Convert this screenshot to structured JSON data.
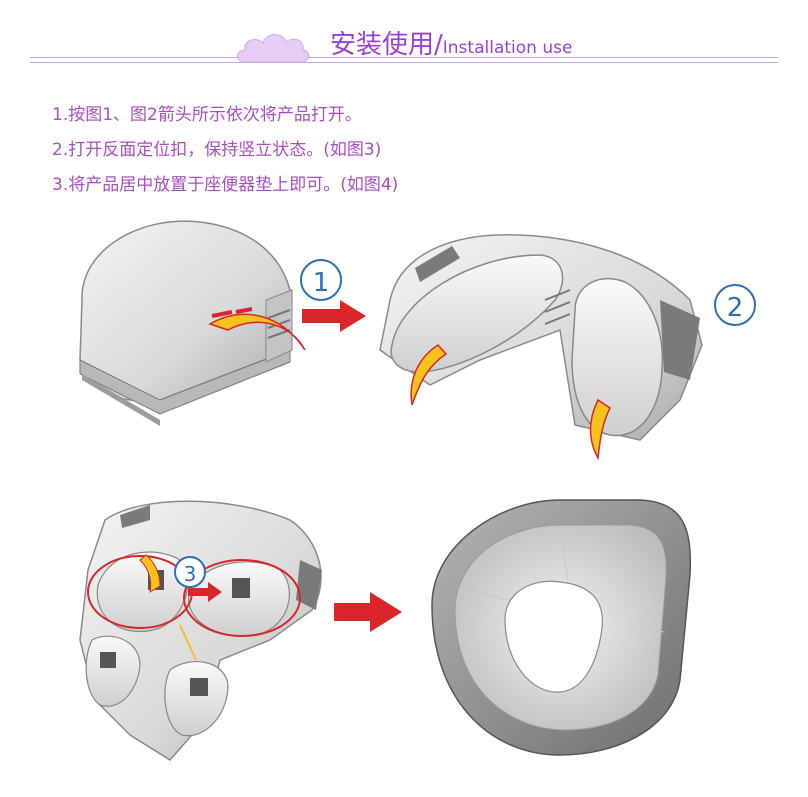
{
  "header": {
    "title_zh": "安装使用/",
    "title_en": "Installation use"
  },
  "steps": [
    "1.按图1、图2箭头所示依次将产品打开。",
    "2.打开反面定位扣，保持竖立状态。(如图3)",
    "3.将产品居中放置于座便器垫上即可。(如图4)"
  ],
  "figures": {
    "fig1_label": "1",
    "fig2_label": "2",
    "fig3_label": "3"
  },
  "colors": {
    "accent_purple": "#9b3fd6",
    "step_text": "#a94ec2",
    "arrow_red": "#d8262a",
    "badge_blue": "#2f6fb3",
    "highlight_yellow": "#f6c21c"
  }
}
